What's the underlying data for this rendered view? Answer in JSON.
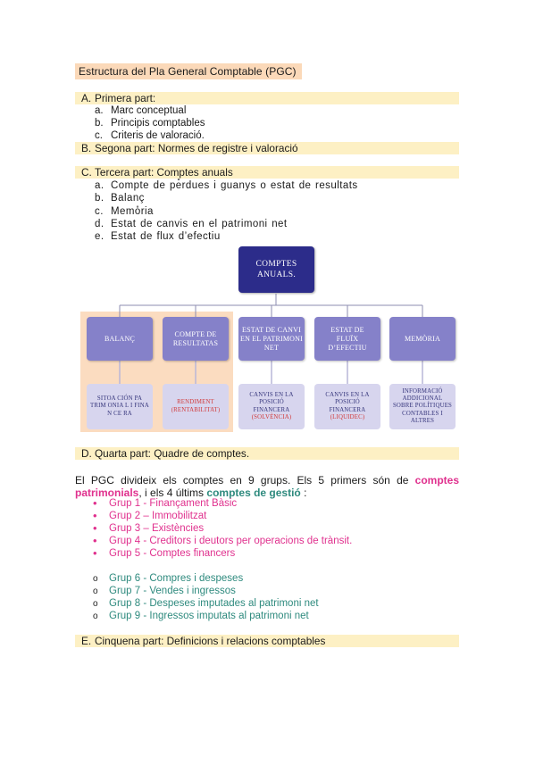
{
  "doc_title": "Estructura del Pla General Comptable (PGC)",
  "section_a": {
    "letter": "A.",
    "label": "Primera part:",
    "items": [
      {
        "letter": "a.",
        "text": "Marc conceptual"
      },
      {
        "letter": "b.",
        "text": "Principis comptables"
      },
      {
        "letter": "c.",
        "text": "Criteris de valoració."
      }
    ]
  },
  "section_b": {
    "letter": "B.",
    "label": "Segona part: Normes de registre i valoració"
  },
  "section_c": {
    "letter": "C.",
    "label": "Tercera part: Comptes anuals",
    "items": [
      {
        "letter": "a.",
        "text": "Compte de pe̊rdues i guanys o estat de resultats"
      },
      {
        "letter": "b.",
        "text": "Balanç"
      },
      {
        "letter": "c.",
        "text": "Memo̊ria"
      },
      {
        "letter": "d.",
        "text": "Estat de canvis en el patrimoni net"
      },
      {
        "letter": "e.",
        "text": "Estat de flux d’efectiu"
      }
    ]
  },
  "diagram": {
    "root": "COMPTES ANUALS.",
    "mid": [
      "BALANÇ",
      "COMPTE DE RESULTATAS",
      "ESTAT DE CANVI EN EL PATRIMONI NET",
      "ESTAT DE FLUÏX D’EFECTIU",
      "MEMÒRIA"
    ],
    "bottom": [
      {
        "text": "SITOA CIÓN PA TRIM ONIA L I FINA N CE RA",
        "highlight": ""
      },
      {
        "text": "RENDIMENT",
        "highlight": "(RENTABILITAT)"
      },
      {
        "text": "CANVIS EN LA POSICIÓ FINANCERA",
        "highlight": "(SOLVÈNCIA)"
      },
      {
        "text": "CANVIS EN LA POSICIÓ FINANCERA",
        "highlight": "(LIQUIDEC)"
      },
      {
        "text": "INFORMACIÓ ADDICIONAL SOBRE POLÍTIQUES CONTABLES I ALTRES",
        "highlight": ""
      }
    ],
    "colors": {
      "root": "#2c2c8a",
      "mid": "#8581c9",
      "bottom": "#d7d5ee",
      "peach": "#fbdcc0"
    }
  },
  "section_d": {
    "letter": "D.",
    "label": "Quarta part: Quadre de comptes."
  },
  "paragraph": {
    "part1": "El PGC divideix els comptes en 9 grups. Els 5 primers són de ",
    "pink": "comptes patrimonials",
    "part2": ", i els 4 últims ",
    "teal": "comptes de gestió",
    "part3": " :"
  },
  "groups_patrimonials": [
    "Grup 1 - Finançament Bàsic",
    "Grup 2 – Immobilitzat",
    "Grup 3 – Existències",
    "Grup 4 - Creditors i deutors per operacions de trànsit.",
    "Grup 5 - Comptes financers"
  ],
  "groups_gestio": [
    "Grup 6 - Compres i despeses",
    "Grup 7 - Vendes i ingressos",
    "Grup 8 - Despeses imputades al patrimoni net",
    "Grup 9 - Ingressos imputats al patrimoni net"
  ],
  "bullet_patrimonials": "•",
  "bullet_gestio": "o",
  "section_e": {
    "letter": "E.",
    "label": "Cinquena part: Definicions i relacions comptables"
  }
}
